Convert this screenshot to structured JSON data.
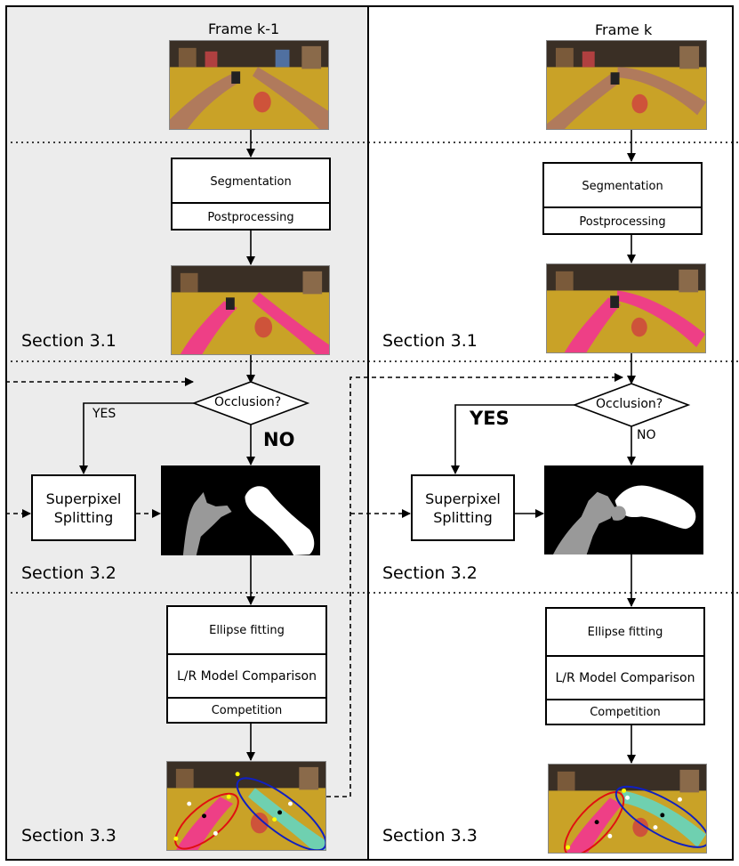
{
  "left": {
    "frame_title": "Frame k-1",
    "box1": {
      "row1": "Segmentation",
      "row2": "Postprocessing"
    },
    "section_1": "Section 3.1",
    "occlusion_label": "Occlusion?",
    "yes_label": "YES",
    "no_label": "NO",
    "superpixel": {
      "line1": "Superpixel",
      "line2": "Splitting"
    },
    "section_2": "Section 3.2",
    "box2": {
      "row1": "Ellipse fitting",
      "row2": "L/R Model Comparison",
      "row3": "Competition"
    },
    "section_3": "Section 3.3"
  },
  "right": {
    "frame_title": "Frame k",
    "box1": {
      "row1": "Segmentation",
      "row2": "Postprocessing"
    },
    "section_1": "Section 3.1",
    "occlusion_label": "Occlusion?",
    "yes_label": "YES",
    "no_label": "NO",
    "superpixel": {
      "line1": "Superpixel",
      "line2": "Splitting"
    },
    "section_2": "Section 3.2",
    "box2": {
      "row1": "Ellipse fitting",
      "row2": "L/R Model Comparison",
      "row3": "Competition"
    },
    "section_3": "Section 3.3"
  },
  "colors": {
    "left_panel_bg": "#ececec",
    "table": "#c9a227",
    "skin": "#b07a5c",
    "segmentation_pink": "#ee3f86",
    "tracked_cyan": "#6fd0b0",
    "ellipse_red": "#e01010",
    "ellipse_blue": "#1020c0",
    "mask_gray": "#999999",
    "mask_white": "#ffffff"
  }
}
